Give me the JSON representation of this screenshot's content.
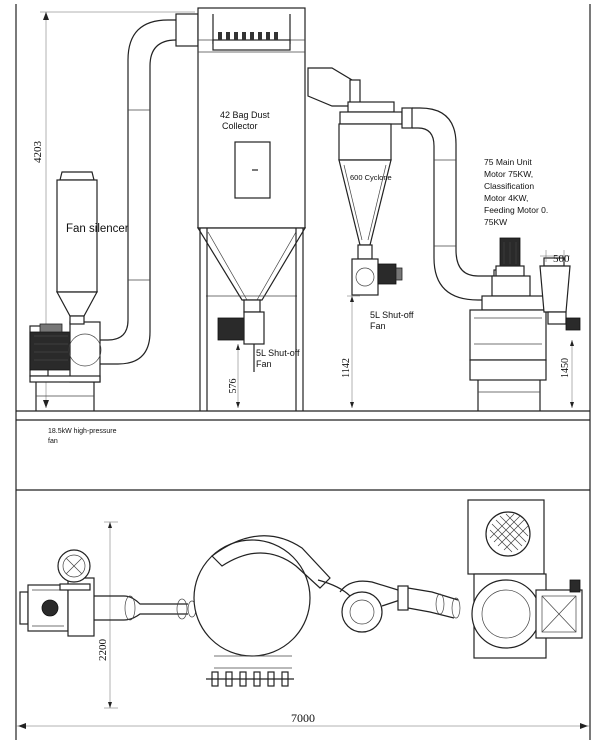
{
  "labels": {
    "dust_collector_1": "42 Bag Dust",
    "dust_collector_2": "Collector",
    "cyclone": "600 Cyclone",
    "fan_silencer": "Fan silencer",
    "shutoff_fan_left_1": "5L Shut-off",
    "shutoff_fan_left_2": "Fan",
    "shutoff_fan_right_1": "5L Shut-off",
    "shutoff_fan_right_2": "Fan",
    "main_unit_1": "75 Main Unit",
    "main_unit_2": "Motor 75KW,",
    "main_unit_3": "Classification",
    "main_unit_4": "Motor 4KW,",
    "main_unit_5": "Feeding Motor 0.",
    "main_unit_6": "75KW",
    "hp_fan_1": "18.5kW high-pressure",
    "hp_fan_2": "fan"
  },
  "dimensions": {
    "overall_height": "4203",
    "dust_outlet_height": "576",
    "cyclone_outlet_height": "1142",
    "mill_height": "1450",
    "hopper_width": "500",
    "plan_depth": "2200",
    "overall_length": "7000"
  }
}
